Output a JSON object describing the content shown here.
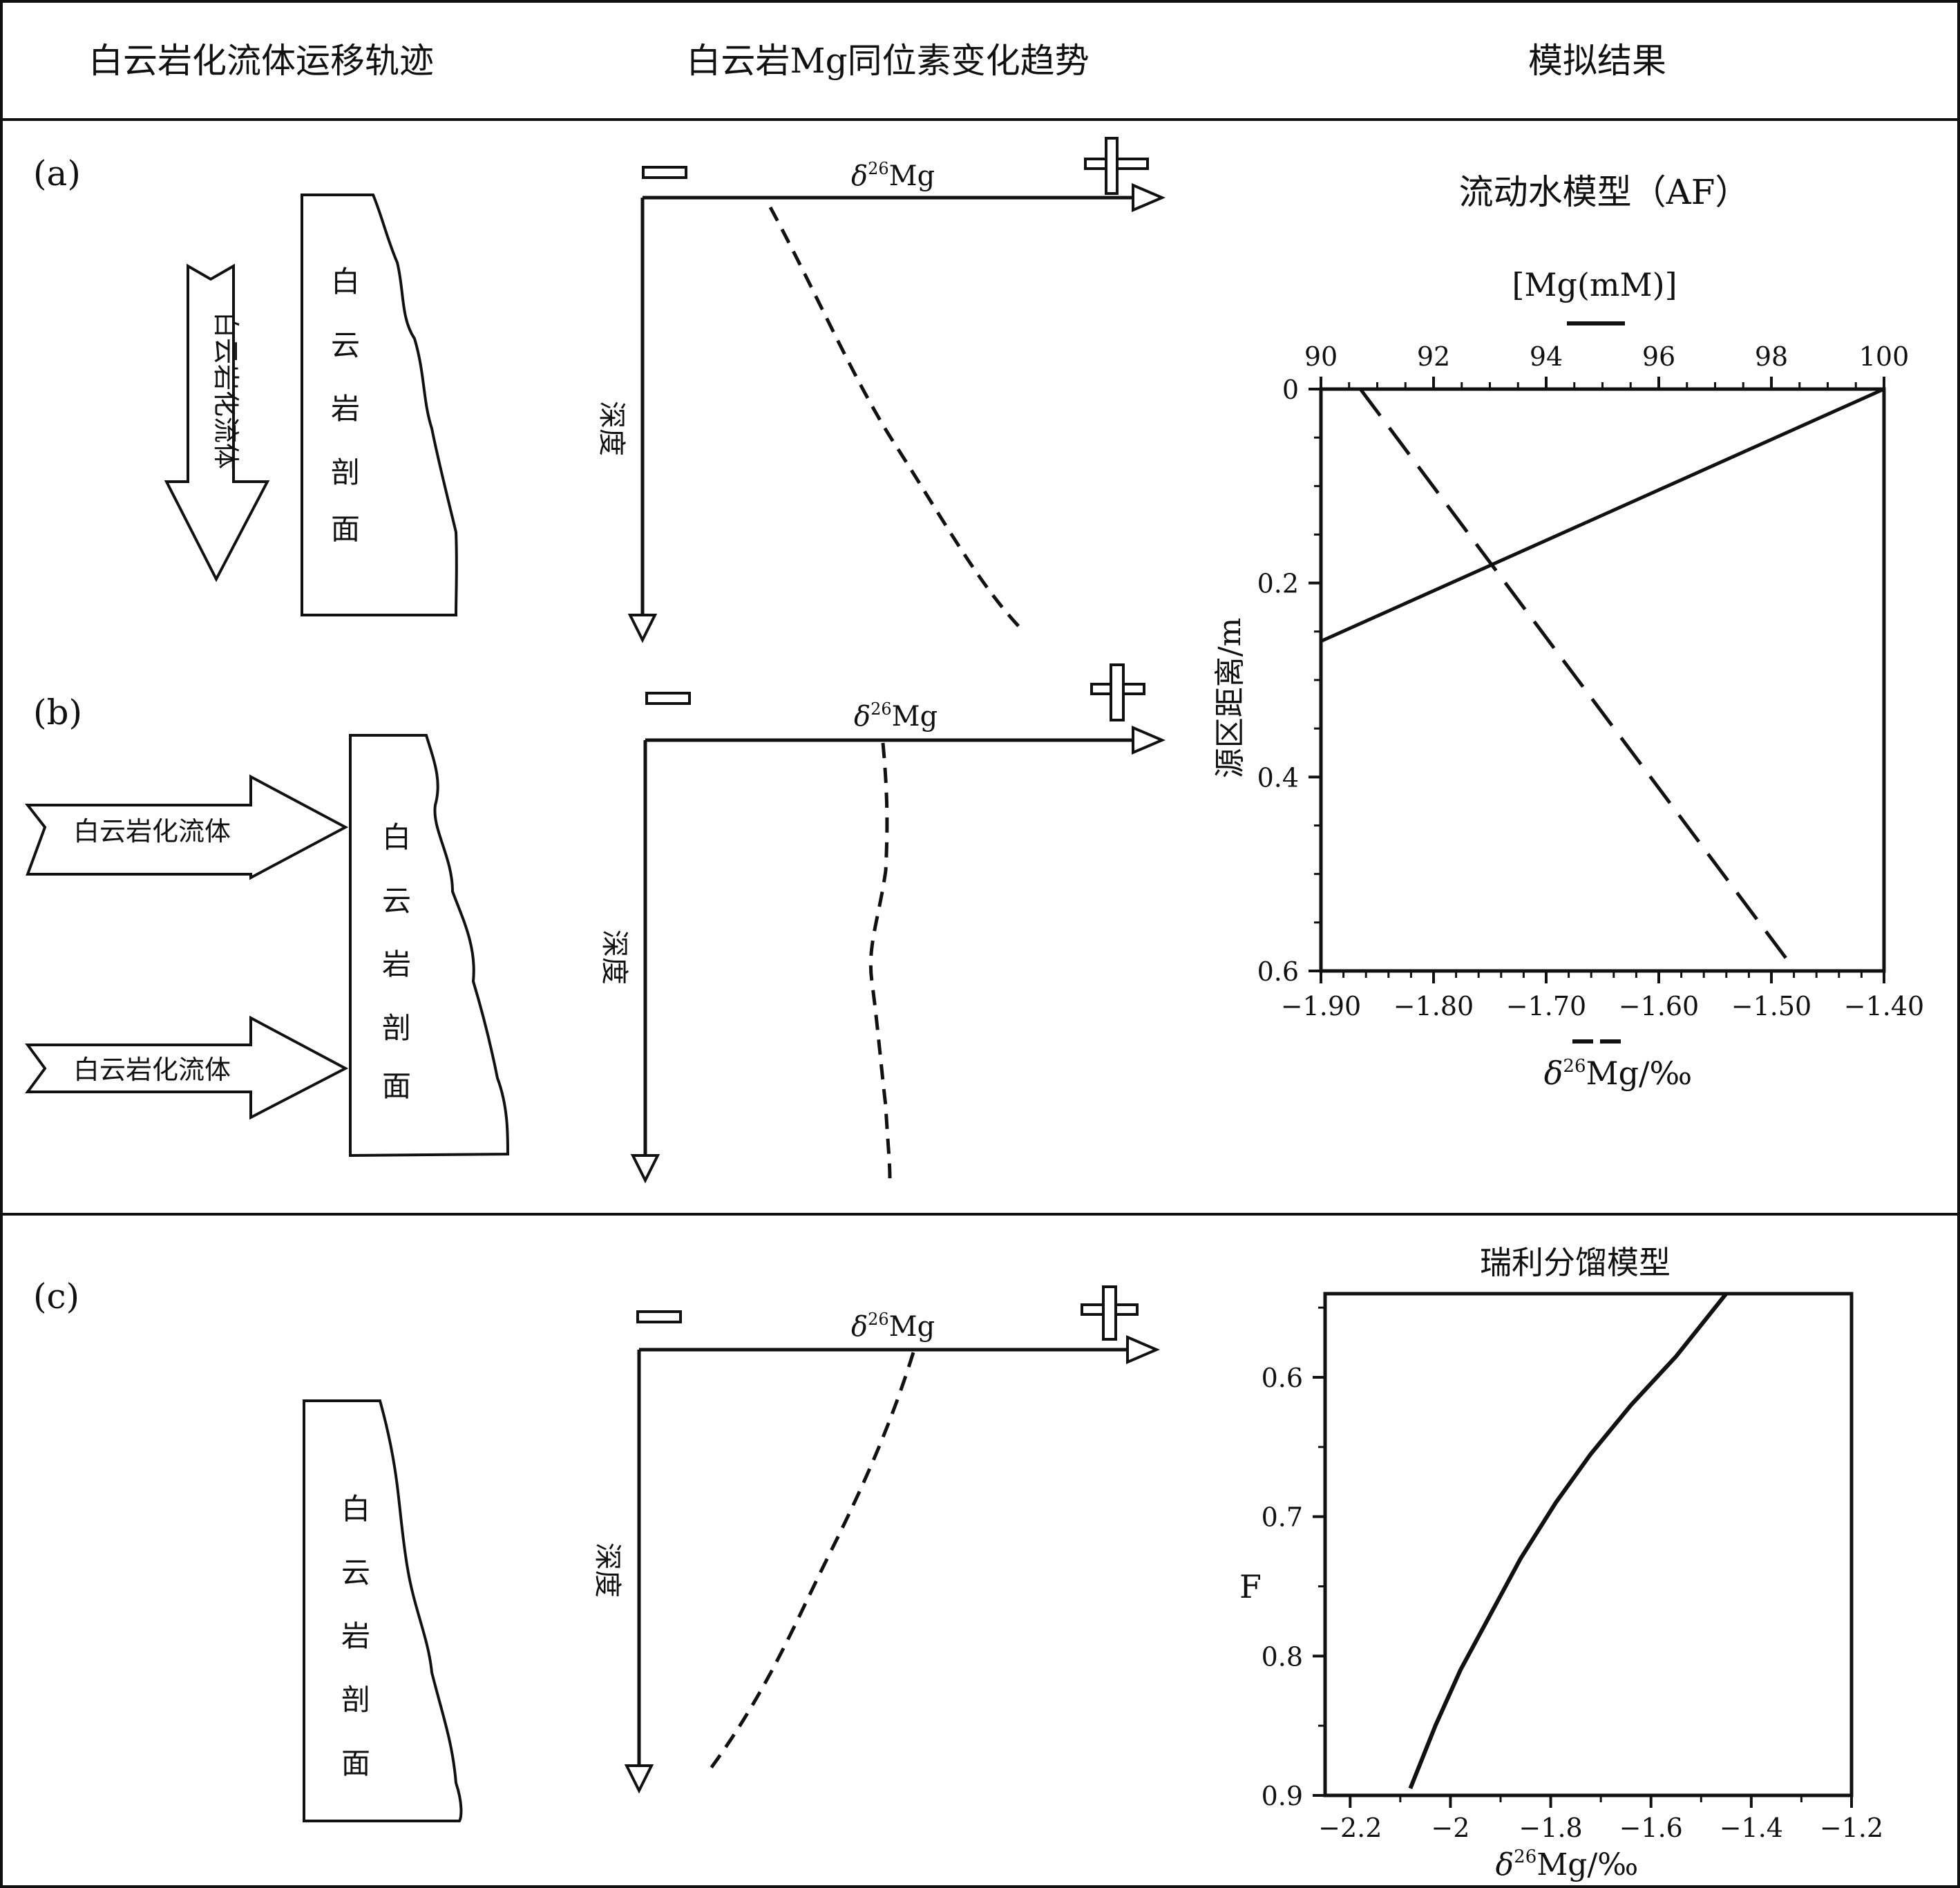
{
  "header": {
    "col1": "白云岩化流体运移轨迹",
    "col2": "白云岩Mg同位素变化趋势",
    "col3": "模拟结果"
  },
  "panels": [
    {
      "label": "(a)",
      "fluid_label": "白云岩化流体",
      "profile_chars": [
        "白",
        "云",
        "岩",
        "剖",
        "面"
      ]
    },
    {
      "label": "(b)",
      "fluid_label": "白云岩化流体",
      "profile_chars": [
        "白",
        "云",
        "岩",
        "剖",
        "面"
      ]
    },
    {
      "label": "(c)",
      "profile_chars": [
        "白",
        "云",
        "岩",
        "剖",
        "面"
      ]
    }
  ],
  "trend_plot": {
    "minus": "−",
    "plus": "+",
    "x_axis_label_italic": "δ",
    "x_axis_label_sup": "26",
    "x_axis_label_rest": "Mg",
    "y_axis_label": "深度"
  },
  "chart_data": [
    {
      "type": "line",
      "title": "流动水模型（AF）",
      "top_axis_label": "[Mg(mM)]",
      "ylabel": "源区距离/m",
      "xlabel": {
        "italic": "δ",
        "sup": "26",
        "rest": "Mg/‰"
      },
      "x_ticks_bottom": [
        "−1.90",
        "−1.80",
        "−1.70",
        "−1.60",
        "−1.50",
        "−1.40"
      ],
      "x_ticks_top": [
        "90",
        "92",
        "94",
        "96",
        "98",
        "100"
      ],
      "y_ticks": [
        "0",
        "0.2",
        "0.4",
        "0.6"
      ],
      "xlim_bottom": [
        -1.9,
        -1.4
      ],
      "xlim_top": [
        90,
        100
      ],
      "ylim": [
        0,
        0.6
      ],
      "y_inverted": true,
      "series": [
        {
          "axis": "top",
          "style": "solid",
          "x": [
            90,
            100
          ],
          "y": [
            0.26,
            0.0
          ]
        },
        {
          "axis": "bottom",
          "style": "dashed",
          "x": [
            -1.865,
            -1.485
          ],
          "y": [
            0.0,
            0.59
          ]
        }
      ]
    },
    {
      "type": "line",
      "title": "瑞利分馏模型",
      "ylabel": "F",
      "xlabel": {
        "italic": "δ",
        "sup": "26",
        "rest": "Mg/‰"
      },
      "x_ticks": [
        "−2.2",
        "−2",
        "−1.8",
        "−1.6",
        "−1.4",
        "−1.2"
      ],
      "y_ticks": [
        "0.6",
        "0.7",
        "0.8",
        "0.9"
      ],
      "xlim": [
        -2.25,
        -1.2
      ],
      "ylim": [
        0.54,
        0.9
      ],
      "y_inverted": true,
      "series": [
        {
          "style": "solid",
          "x": [
            -2.08,
            -2.03,
            -1.98,
            -1.92,
            -1.86,
            -1.79,
            -1.72,
            -1.64,
            -1.55,
            -1.45
          ],
          "y": [
            0.895,
            0.85,
            0.81,
            0.77,
            0.73,
            0.69,
            0.655,
            0.62,
            0.585,
            0.54
          ]
        }
      ]
    }
  ]
}
